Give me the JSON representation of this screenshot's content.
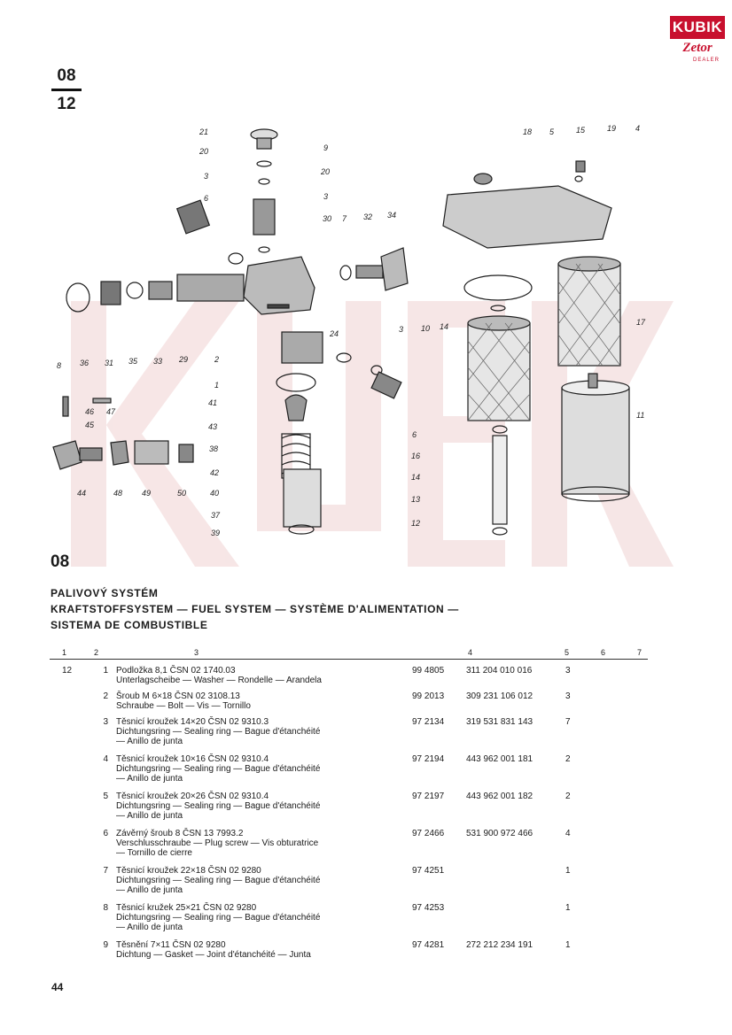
{
  "logo": {
    "brand": "KUBIK",
    "sub": "Zetor",
    "tag": "DEALER"
  },
  "page_code": {
    "top": "08",
    "bottom": "12"
  },
  "diagram": {
    "callouts": [
      "21",
      "9",
      "20",
      "20",
      "3",
      "3",
      "6",
      "30",
      "32",
      "7",
      "34",
      "18",
      "5",
      "15",
      "19",
      "4",
      "8",
      "36",
      "31",
      "35",
      "33",
      "29",
      "2",
      "1",
      "24",
      "10",
      "14",
      "17",
      "3",
      "41",
      "43",
      "38",
      "42",
      "40",
      "37",
      "39",
      "46",
      "47",
      "45",
      "44",
      "48",
      "49",
      "50",
      "16",
      "14",
      "13",
      "12",
      "6",
      "11"
    ]
  },
  "section": {
    "code": "08",
    "title_cz": "PALIVOVÝ SYSTÉM",
    "title_multi": "KRAFTSTOFFSYSTEM — FUEL SYSTEM — SYSTÈME D'ALIMENTATION —",
    "title_es": "SISTEMA DE COMBUSTIBLE"
  },
  "table": {
    "headers": [
      "1",
      "2",
      "3",
      "4",
      "5",
      "6",
      "7"
    ],
    "rows": [
      {
        "group": "12",
        "pos": "1",
        "desc": [
          "Podložka 8,1 ČSN 02 1740.03",
          "Unterlagscheibe — Washer — Rondelle — Arandela"
        ],
        "code_a": "99 4805",
        "code_b": "311 204 010 016",
        "qty": "3"
      },
      {
        "group": "",
        "pos": "2",
        "desc": [
          "Šroub M 6×18 ČSN 02 3108.13",
          "Schraube — Bolt — Vis — Tornillo"
        ],
        "code_a": "99 2013",
        "code_b": "309 231 106 012",
        "qty": "3"
      },
      {
        "group": "",
        "pos": "3",
        "desc": [
          "Těsnicí kroužek 14×20 ČSN 02 9310.3",
          "Dichtungsring — Sealing ring — Bague d'étanchéité",
          "— Anillo de junta"
        ],
        "code_a": "97 2134",
        "code_b": "319 531 831 143",
        "qty": "7"
      },
      {
        "group": "",
        "pos": "4",
        "desc": [
          "Těsnicí kroužek 10×16 ČSN 02 9310.4",
          "Dichtungsring — Sealing ring — Bague d'étanchéité",
          "— Anillo de junta"
        ],
        "code_a": "97 2194",
        "code_b": "443 962 001 181",
        "qty": "2"
      },
      {
        "group": "",
        "pos": "5",
        "desc": [
          "Těsnicí kroužek 20×26 ČSN 02 9310.4",
          "Dichtungsring — Sealing ring — Bague d'étanchéité",
          "— Anillo de junta"
        ],
        "code_a": "97 2197",
        "code_b": "443 962 001 182",
        "qty": "2"
      },
      {
        "group": "",
        "pos": "6",
        "desc": [
          "Závěrný šroub 8 ČSN 13 7993.2",
          "Verschlusschraube — Plug screw — Vis obturatrice",
          "— Tornillo de cierre"
        ],
        "code_a": "97 2466",
        "code_b": "531 900 972 466",
        "qty": "4"
      },
      {
        "group": "",
        "pos": "7",
        "desc": [
          "Těsnicí kroužek 22×18 ČSN 02 9280",
          "Dichtungsring — Sealing ring — Bague d'étanchéité",
          "— Anillo de junta"
        ],
        "code_a": "97 4251",
        "code_b": "",
        "qty": "1"
      },
      {
        "group": "",
        "pos": "8",
        "desc": [
          "Těsnicí kružek 25×21 ČSN 02 9280",
          "Dichtungsring — Sealing ring — Bague d'étanchéité",
          "— Anillo de junta"
        ],
        "code_a": "97 4253",
        "code_b": "",
        "qty": "1"
      },
      {
        "group": "",
        "pos": "9",
        "desc": [
          "Těsnění 7×11 ČSN 02 9280",
          "Dichtung — Gasket — Joint d'étanchéité — Junta"
        ],
        "code_a": "97 4281",
        "code_b": "272 212 234 191",
        "qty": "1"
      }
    ]
  },
  "page_number": "44"
}
